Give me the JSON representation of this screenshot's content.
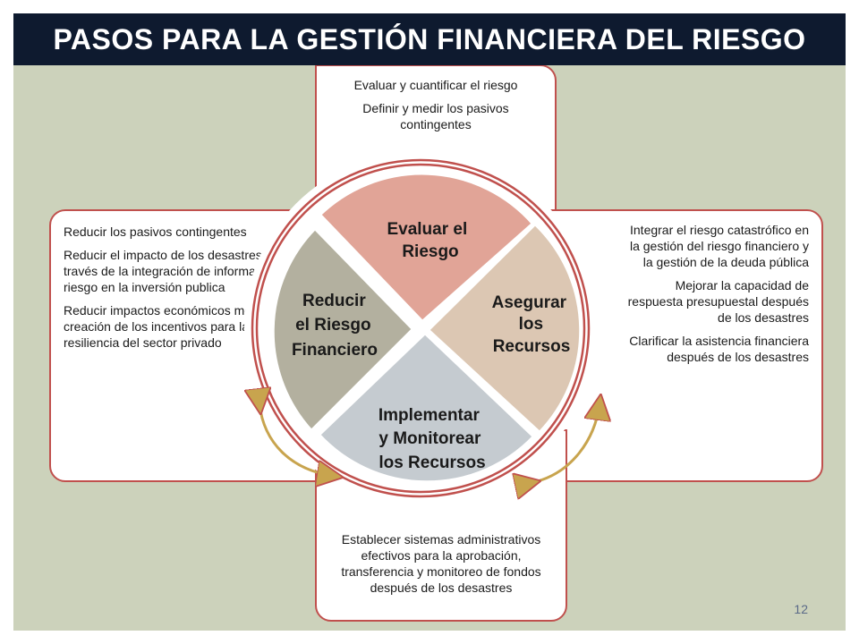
{
  "title": "PASOS PARA LA GESTIÓN FINANCIERA DEL RIESGO",
  "page_number": "12",
  "colors": {
    "background": "#ccd2bb",
    "title_bar": "#0e1a2f",
    "panel_border": "#c0504d",
    "quadrant_top": "#e1a497",
    "quadrant_right": "#dcc7b3",
    "quadrant_bottom": "#c5cbd0",
    "quadrant_left": "#b3b09f",
    "arrow": "#c8a44e"
  },
  "quadrants": {
    "top": {
      "line1": "Evaluar el",
      "line2": "Riesgo"
    },
    "right": {
      "line1": "Asegurar",
      "line2": "los",
      "line3": "Recursos"
    },
    "bottom": {
      "line1": "Implementar",
      "line2": "y Monitorear",
      "line3": "los Recursos"
    },
    "left": {
      "line1": "Reducir",
      "line2": "el Riesgo",
      "line3": "Financiero"
    }
  },
  "panels": {
    "top": [
      "Evaluar y cuantificar el riesgo",
      "Definir y medir los pasivos contingentes"
    ],
    "right": [
      "Integrar el riesgo catastrófico en la gestión del riesgo financiero y la gestión  de la deuda pública",
      "Mejorar la capacidad de respuesta presupuestal después de los desastres",
      "Clarificar la asistencia financiera después de los desastres"
    ],
    "bottom": [
      "Establecer sistemas administrativos efectivos para la aprobación, transferencia y monitoreo de fondos después de los desastres"
    ],
    "left": [
      "Reducir los pasivos contingentes",
      "Reducir el impacto de los desastres a través de la integración de información de riesgo en la inversión publica",
      "Reducir impactos económicos mediante la creación de los incentivos para la resiliencia del sector privado"
    ]
  }
}
